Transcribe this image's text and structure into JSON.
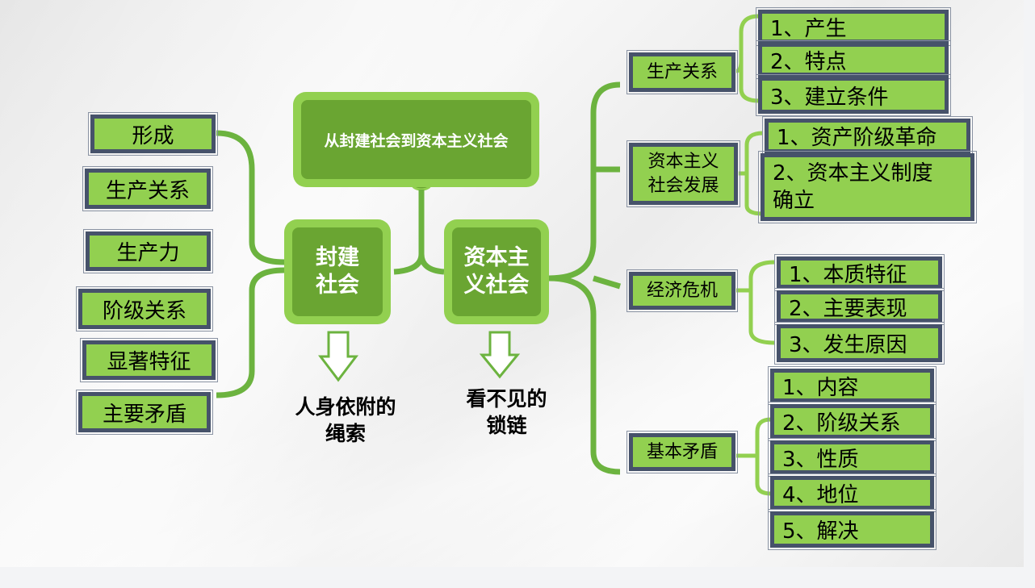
{
  "title": "从封建社会到资本主义社会",
  "feudal": {
    "label": "封建社会",
    "line1": "封建",
    "line2": "社会",
    "caption1": "人身依附的",
    "caption2": "绳索",
    "items": [
      "形成",
      "生产关系",
      "生产力",
      "阶级关系",
      "显著特征",
      "主要矛盾"
    ]
  },
  "capitalist": {
    "label": "资本主义社会",
    "line1": "资本主",
    "line2": "义社会",
    "caption1": "看不见的",
    "caption2": "锁链",
    "branches": [
      {
        "label": "生产关系",
        "items": [
          "1、产生",
          "2、特点",
          "3、建立条件"
        ]
      },
      {
        "label1": "资本主义",
        "label2": "社会发展",
        "items": [
          "1、资产阶级革命",
          "2、资本主义制度",
          "确立"
        ]
      },
      {
        "label": "经济危机",
        "items": [
          "1、本质特征",
          "2、主要表现",
          "3、发生原因"
        ]
      },
      {
        "label": "基本矛盾",
        "items": [
          "1、内容",
          "2、阶级关系",
          "3、性质",
          "4、地位",
          "5、解决"
        ]
      }
    ]
  },
  "colors": {
    "green": "#92d050",
    "dark_green": "#6aa532",
    "border": "#46526a",
    "line": "#6cb33f"
  }
}
